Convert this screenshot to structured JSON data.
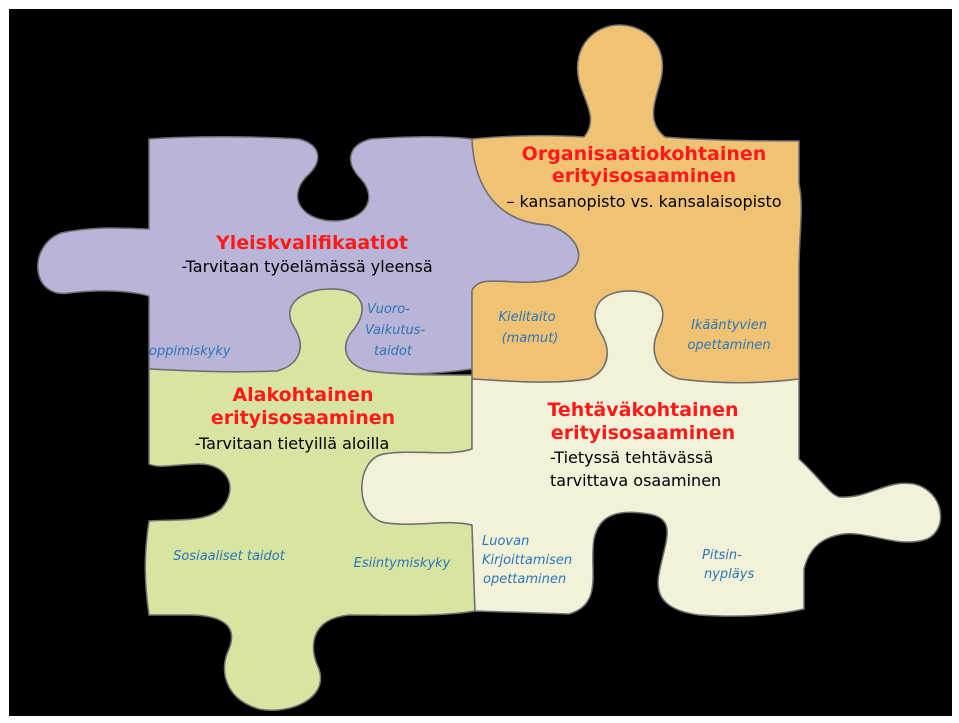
{
  "pieces": {
    "yleis": {
      "color": "#b8b5d8",
      "title": "Yleiskvalifikaatiot",
      "desc": "-Tarvitaan työelämässä yleensä",
      "skills": {
        "oppimiskyky": "oppimiskyky",
        "vuoro_1": "Vuoro-",
        "vuoro_2": "Vaikutus-",
        "vuoro_3": "taidot"
      }
    },
    "organisaatio": {
      "color": "#f0c274",
      "title_1": "Organisaatiokohtainen",
      "title_2": "erityisosaaminen",
      "desc": "– kansanopisto vs. kansalaisopisto",
      "skills": {
        "kieli_1": "Kielitaito",
        "kieli_2": "(mamut)",
        "ika_1": "Ikääntyvien",
        "ika_2": "opettaminen"
      }
    },
    "ala": {
      "color": "#d7e4a2",
      "title_1": "Alakohtainen",
      "title_2": "erityisosaaminen",
      "desc": "-Tarvitaan tietyillä aloilla",
      "skills": {
        "sosiaaliset": "Sosiaaliset taidot",
        "esiintymis": "Esiintymiskyky"
      }
    },
    "tehtava": {
      "color": "#f1f2d9",
      "title_1": "Tehtäväkohtainen",
      "title_2": "erityisosaaminen",
      "desc_1": "-Tietyssä tehtävässä",
      "desc_2": "tarvittava osaaminen",
      "skills": {
        "luovan_1": "Luovan",
        "luovan_2": "Kirjoittamisen",
        "luovan_3": "opettaminen",
        "pitsin_1": "Pitsin-",
        "pitsin_2": "nypläys"
      }
    }
  }
}
